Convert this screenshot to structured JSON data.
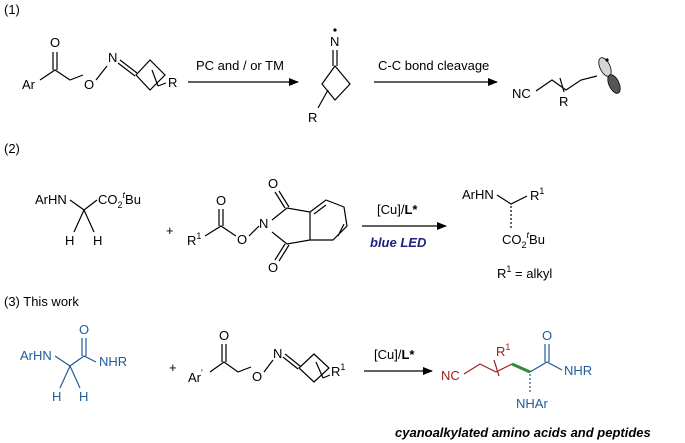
{
  "sections": {
    "s1": {
      "label": "(1)",
      "reactant": {
        "ar": "Ar",
        "o_carbonyl": "O",
        "o_link": "O",
        "n": "N",
        "r": "R"
      },
      "arrow1_label": "PC and / or TM",
      "intermediate": {
        "n": "N",
        "r": "R"
      },
      "arrow2_label": "C-C bond cleavage",
      "product": {
        "nc": "NC",
        "r": "R"
      }
    },
    "s2": {
      "label": "(2)",
      "amine": {
        "arhn": "ArHN",
        "co2": "CO",
        "sub2": "2",
        "tbu_sup": "t",
        "tbu": "Bu",
        "h1": "H",
        "h2": "H"
      },
      "plus": "+",
      "ester": {
        "r": "R",
        "r_sup": "1",
        "o_link": "O",
        "n": "N",
        "o_top": "O",
        "o_bottom": "O",
        "o_carbonyl": "O"
      },
      "catalyst": "[Cu]/",
      "ligand": "L*",
      "condition": "blue LED",
      "product": {
        "arhn": "ArHN",
        "r": "R",
        "r_sup": "1",
        "co2": "CO",
        "sub2": "2",
        "tbu_sup": "t",
        "tbu": "Bu"
      },
      "note": {
        "r": "R",
        "sup": "1",
        "rest": " = alkyl"
      }
    },
    "s3": {
      "label": "(3) This work",
      "amide": {
        "arhn": "ArHN",
        "o": "O",
        "nhr": "NHR",
        "h1": "H",
        "h2": "H"
      },
      "plus": "+",
      "ester": {
        "ar": "Ar",
        "ar_sup": "'",
        "o_carbonyl": "O",
        "o_link": "O",
        "n": "N",
        "r": "R",
        "r_sup": "1"
      },
      "catalyst": "[Cu]/",
      "ligand": "L*",
      "product": {
        "nc": "NC",
        "r": "R",
        "r_sup": "1",
        "o": "O",
        "nhr": "NHR",
        "nhar": "NHAr"
      },
      "caption": "cyanoalkylated amino acids and peptides"
    }
  }
}
